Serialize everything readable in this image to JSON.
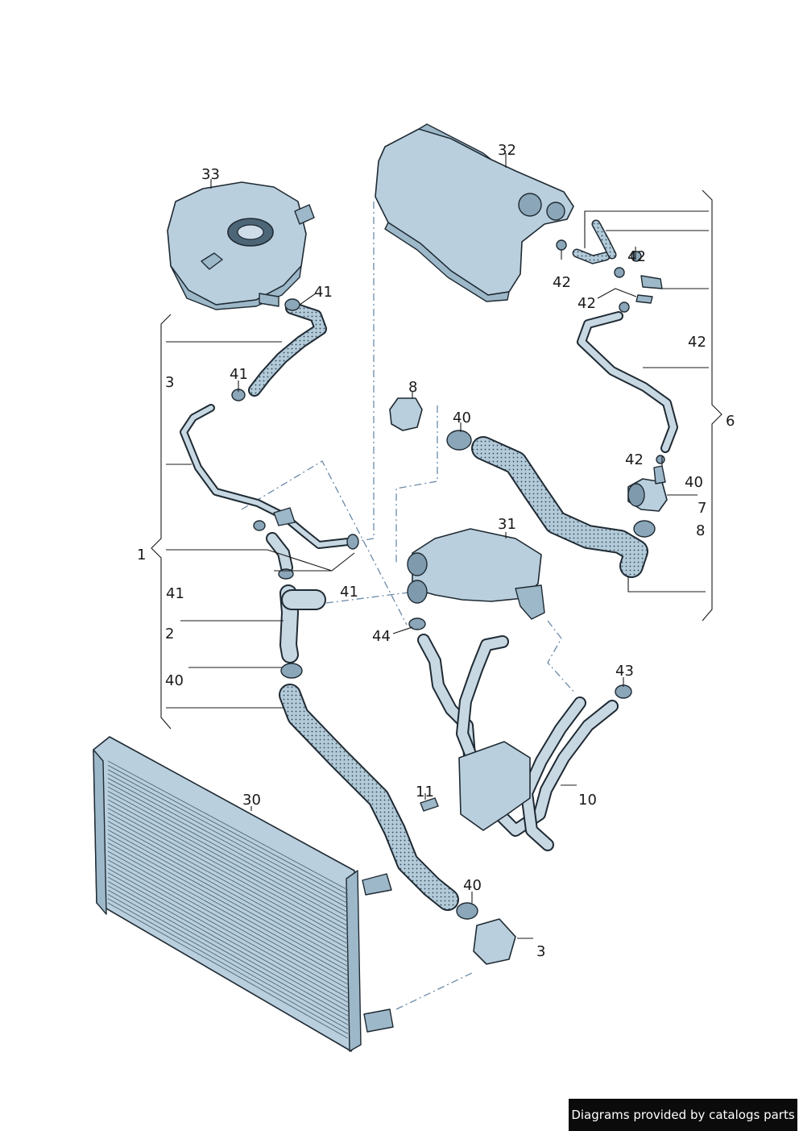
{
  "labels": {
    "l33": "33",
    "l32": "32",
    "l41a": "41",
    "l41b": "41",
    "l41c": "41",
    "l41d": "41",
    "l3a": "3",
    "l3b": "3",
    "l1": "1",
    "l2": "2",
    "l40a": "40",
    "l40b": "40",
    "l40c": "40",
    "l40d": "40",
    "l42a": "42",
    "l42b": "42",
    "l42c": "42",
    "l42d": "42",
    "l42e": "42",
    "l6": "6",
    "l7": "7",
    "l8a": "8",
    "l8b": "8",
    "l31": "31",
    "l44": "44",
    "l43": "43",
    "l10": "10",
    "l11": "11",
    "l30": "30"
  },
  "footer": {
    "watermark": "Diagrams provided by catalogs parts"
  },
  "colors": {
    "part_fill": "#b9cfdd",
    "outline": "#1f2a33",
    "dash_line": "#6b8aa8",
    "watermark_bg": "#0b0b0b"
  }
}
